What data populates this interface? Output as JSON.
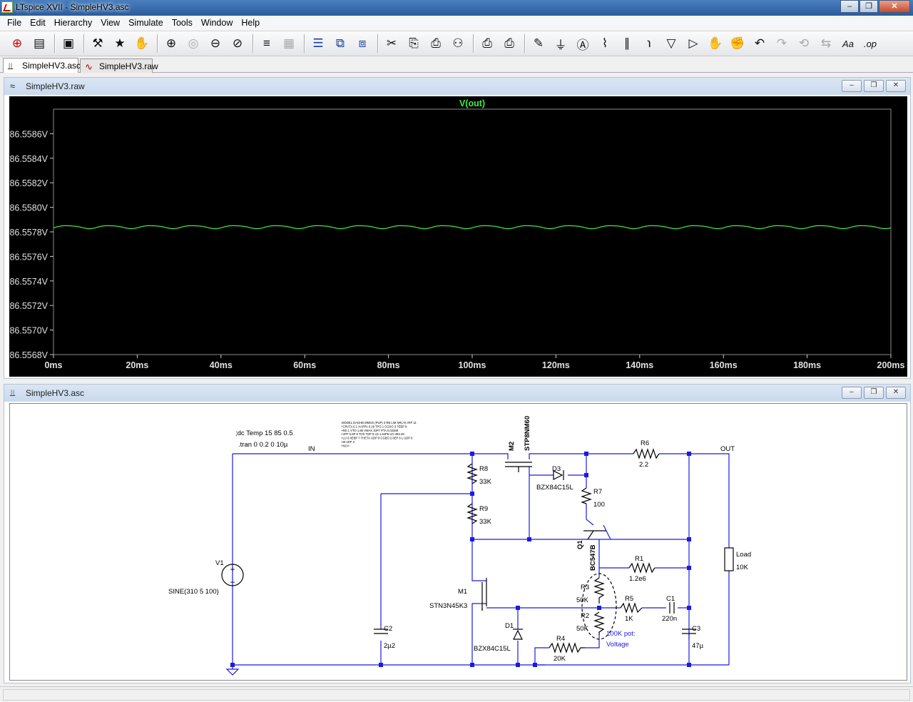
{
  "window": {
    "title": "LTspice XVII - SimpleHV3.asc",
    "minimize": "–",
    "maximize": "❒",
    "close": "✕"
  },
  "menu": [
    "File",
    "Edit",
    "Hierarchy",
    "View",
    "Simulate",
    "Tools",
    "Window",
    "Help"
  ],
  "toolbar": [
    {
      "icon": "new-schematic-icon",
      "glyph": "⊕",
      "tone": "red"
    },
    {
      "icon": "open-folder-icon",
      "glyph": "▤"
    },
    {
      "sep": true
    },
    {
      "icon": "save-icon",
      "glyph": "▣"
    },
    {
      "sep": true
    },
    {
      "icon": "control-panel-icon",
      "glyph": "⚒"
    },
    {
      "icon": "run-icon",
      "glyph": "★"
    },
    {
      "icon": "halt-icon",
      "glyph": "✋",
      "tone": "dim"
    },
    {
      "sep": true
    },
    {
      "icon": "zoom-in-icon",
      "glyph": "⊕"
    },
    {
      "icon": "zoom-pan-icon",
      "glyph": "◎",
      "tone": "dim"
    },
    {
      "icon": "zoom-out-icon",
      "glyph": "⊖"
    },
    {
      "icon": "zoom-fit-icon",
      "glyph": "⊘"
    },
    {
      "sep": true
    },
    {
      "icon": "autorange-icon",
      "glyph": "≡"
    },
    {
      "icon": "grid-icon",
      "glyph": "▦",
      "tone": "dim"
    },
    {
      "sep": true
    },
    {
      "icon": "tile-horizontal-icon",
      "glyph": "☰",
      "tone": "blue"
    },
    {
      "icon": "cascade-icon",
      "glyph": "⧉",
      "tone": "blue"
    },
    {
      "icon": "tile-vertical-icon",
      "glyph": "⧈",
      "tone": "blue"
    },
    {
      "sep": true
    },
    {
      "icon": "cut-icon",
      "glyph": "✂"
    },
    {
      "icon": "copy-icon",
      "glyph": "⎘"
    },
    {
      "icon": "paste-icon",
      "glyph": "⎙"
    },
    {
      "icon": "find-icon",
      "glyph": "⚇"
    },
    {
      "sep": true
    },
    {
      "icon": "print-preview-icon",
      "glyph": "⎙"
    },
    {
      "icon": "print-icon",
      "glyph": "⎙"
    },
    {
      "sep": true
    },
    {
      "icon": "draw-wire-icon",
      "glyph": "✎"
    },
    {
      "icon": "ground-icon",
      "glyph": "⏚"
    },
    {
      "icon": "label-net-icon",
      "glyph": "Ⓐ"
    },
    {
      "icon": "resistor-icon",
      "glyph": "⌇"
    },
    {
      "icon": "capacitor-icon",
      "glyph": "∥"
    },
    {
      "icon": "inductor-icon",
      "glyph": "℩"
    },
    {
      "icon": "diode-icon",
      "glyph": "▽"
    },
    {
      "icon": "component-icon",
      "glyph": "▷"
    },
    {
      "icon": "move-icon",
      "glyph": "✋"
    },
    {
      "icon": "drag-icon",
      "glyph": "✊"
    },
    {
      "icon": "undo-icon",
      "glyph": "↶"
    },
    {
      "icon": "redo-icon",
      "glyph": "↷",
      "tone": "dim"
    },
    {
      "icon": "rotate-icon",
      "glyph": "⟲",
      "tone": "dim"
    },
    {
      "icon": "mirror-icon",
      "glyph": "⇆",
      "tone": "dim"
    },
    {
      "icon": "text-icon",
      "glyph": "Aa"
    },
    {
      "icon": "spice-directive-icon",
      "glyph": ".op"
    }
  ],
  "tabs": [
    {
      "label": "SimpleHV3.asc",
      "active": true
    },
    {
      "label": "SimpleHV3.raw",
      "active": false
    }
  ],
  "plot_window": {
    "title": "SimpleHV3.raw"
  },
  "schematic_window": {
    "title": "SimpleHV3.asc"
  },
  "chart_data": {
    "type": "line",
    "title": "",
    "xlabel": "",
    "ylabel": "",
    "series": [
      {
        "name": "V(out)",
        "color": "#3ef03e"
      }
    ],
    "xlim": [
      0,
      200
    ],
    "ylim": [
      86.5568,
      86.5588
    ],
    "x_ticks": [
      "0ms",
      "20ms",
      "40ms",
      "60ms",
      "80ms",
      "100ms",
      "120ms",
      "140ms",
      "160ms",
      "180ms",
      "200ms"
    ],
    "y_ticks": [
      "86.5586V",
      "86.5584V",
      "86.5582V",
      "86.5580V",
      "86.5578V",
      "86.5576V",
      "86.5574V",
      "86.5572V",
      "86.5570V",
      "86.5568V"
    ],
    "y_tick_values": [
      86.5586,
      86.5584,
      86.5582,
      86.558,
      86.5578,
      86.5576,
      86.5574,
      86.5572,
      86.557,
      86.5568
    ],
    "waveform": {
      "mean": 86.55784,
      "amplitude": 1.2e-05,
      "frequency_hz": 100,
      "period_ms": 10
    },
    "grid": false
  },
  "schematic": {
    "directives": [
      ";dc Temp 15 85 0.5",
      ".tran 0 0.2 0 10µ"
    ],
    "model_text": [
      ".MODEL DAGHB  MMOS (PUP)  3  RB  LIM        NRL×K    IRP 11",
      "+CRVTA  0.1     XAPPA  0.28    TPG  1          CGSO  3.7EBP  8",
      "+RD  1         VTO  1.85     VMAX  10P7      PTA  0.02288",
      "+VPF  5.8P  9   TOX  TDP  9    LD  1.64P6      UO  393.48",
      "+LU  0.4EBP  7  THETA  UDP 8   CGBO  2.8EP 8    L  UDP 6",
      "+W  1EP 3",
      "+NCH"
    ],
    "nets": {
      "in": "IN",
      "out": "OUT"
    },
    "components": {
      "v1": {
        "name": "V1",
        "value": "SINE(310 5 100)"
      },
      "c2": {
        "name": "C2",
        "value": "2µ2"
      },
      "r8": {
        "name": "R8",
        "value": "33K"
      },
      "r9": {
        "name": "R9",
        "value": "33K"
      },
      "m2": {
        "name": "M2",
        "value": "STP8NM60"
      },
      "d3": {
        "name": "D3",
        "value": "BZX84C15L"
      },
      "r7": {
        "name": "R7",
        "value": "100"
      },
      "q1": {
        "name": "Q1",
        "value": "BC547B"
      },
      "r6": {
        "name": "R6",
        "value": "2.2"
      },
      "r1": {
        "name": "R1",
        "value": "1.2e6"
      },
      "r3": {
        "name": "R3",
        "value": "50K"
      },
      "r2": {
        "name": "R2",
        "value": "50K"
      },
      "r5": {
        "name": "R5",
        "value": "1K"
      },
      "c1": {
        "name": "C1",
        "value": "220n"
      },
      "c3": {
        "name": "C3",
        "value": "47µ"
      },
      "m1": {
        "name": "M1",
        "value": "STN3N45K3"
      },
      "d1": {
        "name": "D1",
        "value": "BZX84C15L"
      },
      "r4": {
        "name": "R4",
        "value": "20K"
      },
      "load": {
        "name": "Load",
        "value": "10K"
      }
    },
    "pot_note": [
      "100K pot:",
      "Voltage"
    ]
  }
}
